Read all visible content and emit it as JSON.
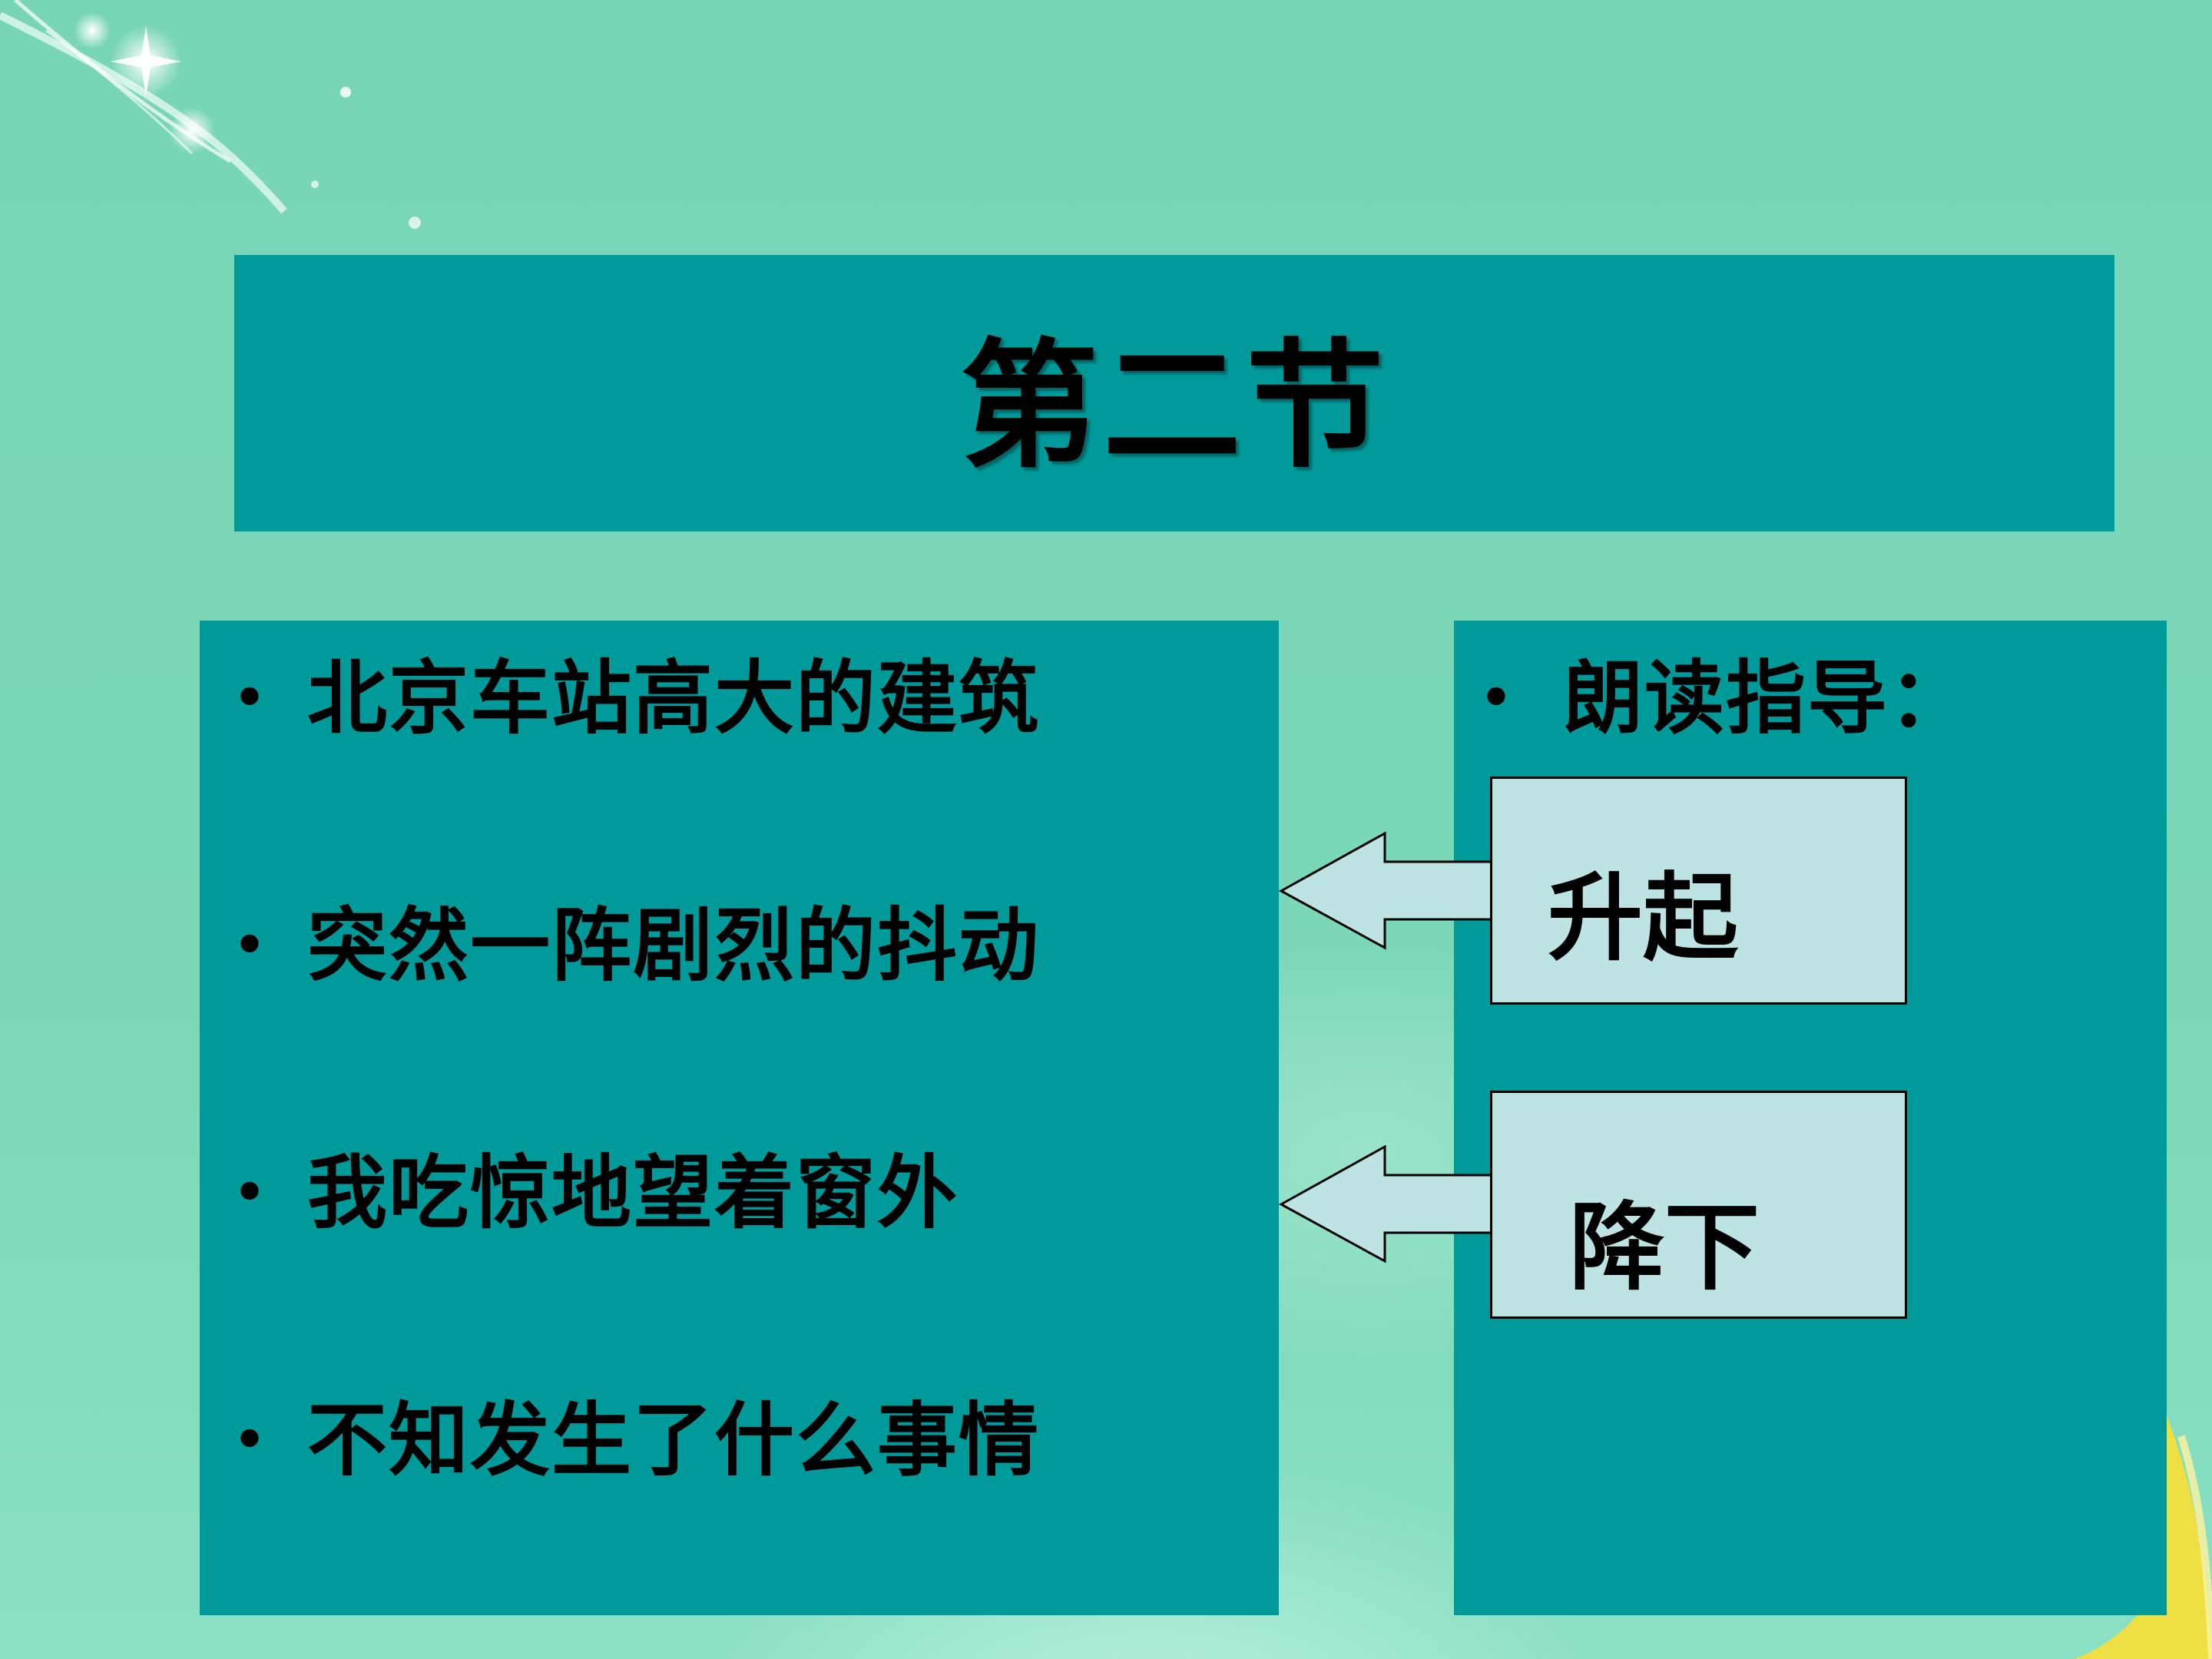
{
  "slide": {
    "title": "第二节",
    "content_items": [
      "北京车站高大的建筑",
      "突然一阵剧烈的抖动",
      "我吃惊地望着窗外",
      "不知发生了什么事情"
    ],
    "bullet_symbol": "•",
    "reading_guide": {
      "heading": "朗读指导：",
      "rise_label": "升起",
      "fall_label": "降下"
    },
    "colors": {
      "background": "#79d6b7",
      "panel": "#009a9a",
      "callout": "#bde3e3",
      "text": "#000000"
    },
    "icons": [
      "sparkle-decoration",
      "arrow-left-icon",
      "yellow-corner-decoration"
    ]
  }
}
